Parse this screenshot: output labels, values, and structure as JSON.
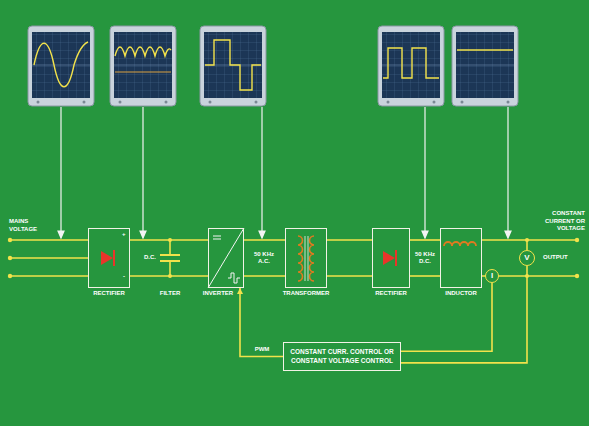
{
  "diagram": {
    "nodes": [
      {
        "text": [
          "RECTIFIER"
        ]
      },
      {
        "text": [
          "INVERTER"
        ]
      },
      {
        "text": [
          "TRANSFORMER"
        ]
      },
      {
        "text": [
          "RECTIFIER"
        ]
      },
      {
        "text": [
          "INDUCTOR"
        ]
      },
      {
        "text": [
          "I"
        ]
      },
      {
        "text": [
          "V"
        ]
      },
      {
        "text": [
          "CONSTANT CURR. CONTROL OR CONSTANT VOLTAGE CONTROL"
        ]
      }
    ],
    "edges": [
      {
        "from": 0,
        "to": 1,
        "label": "D.C.",
        "arrow": "none"
      },
      {
        "from": 1,
        "to": 2,
        "label": "50 KHz A.C.",
        "arrow": "none"
      },
      {
        "from": 2,
        "to": 3,
        "arrow": "none"
      },
      {
        "from": 3,
        "to": 4,
        "label": "50 KHz D.C.",
        "arrow": "none"
      },
      {
        "from": 7,
        "to": 1,
        "label": "PWM",
        "arrow": "to"
      },
      {
        "from": 5,
        "to": 7,
        "arrow": "none"
      },
      {
        "from": 6,
        "to": 7,
        "arrow": "none"
      }
    ],
    "labels": [
      "MAINS VOLTAGE",
      "+",
      "-",
      "FILTER",
      "CONSTANT CURRENT OR VOLTAGE",
      "OUTPUT"
    ]
  }
}
